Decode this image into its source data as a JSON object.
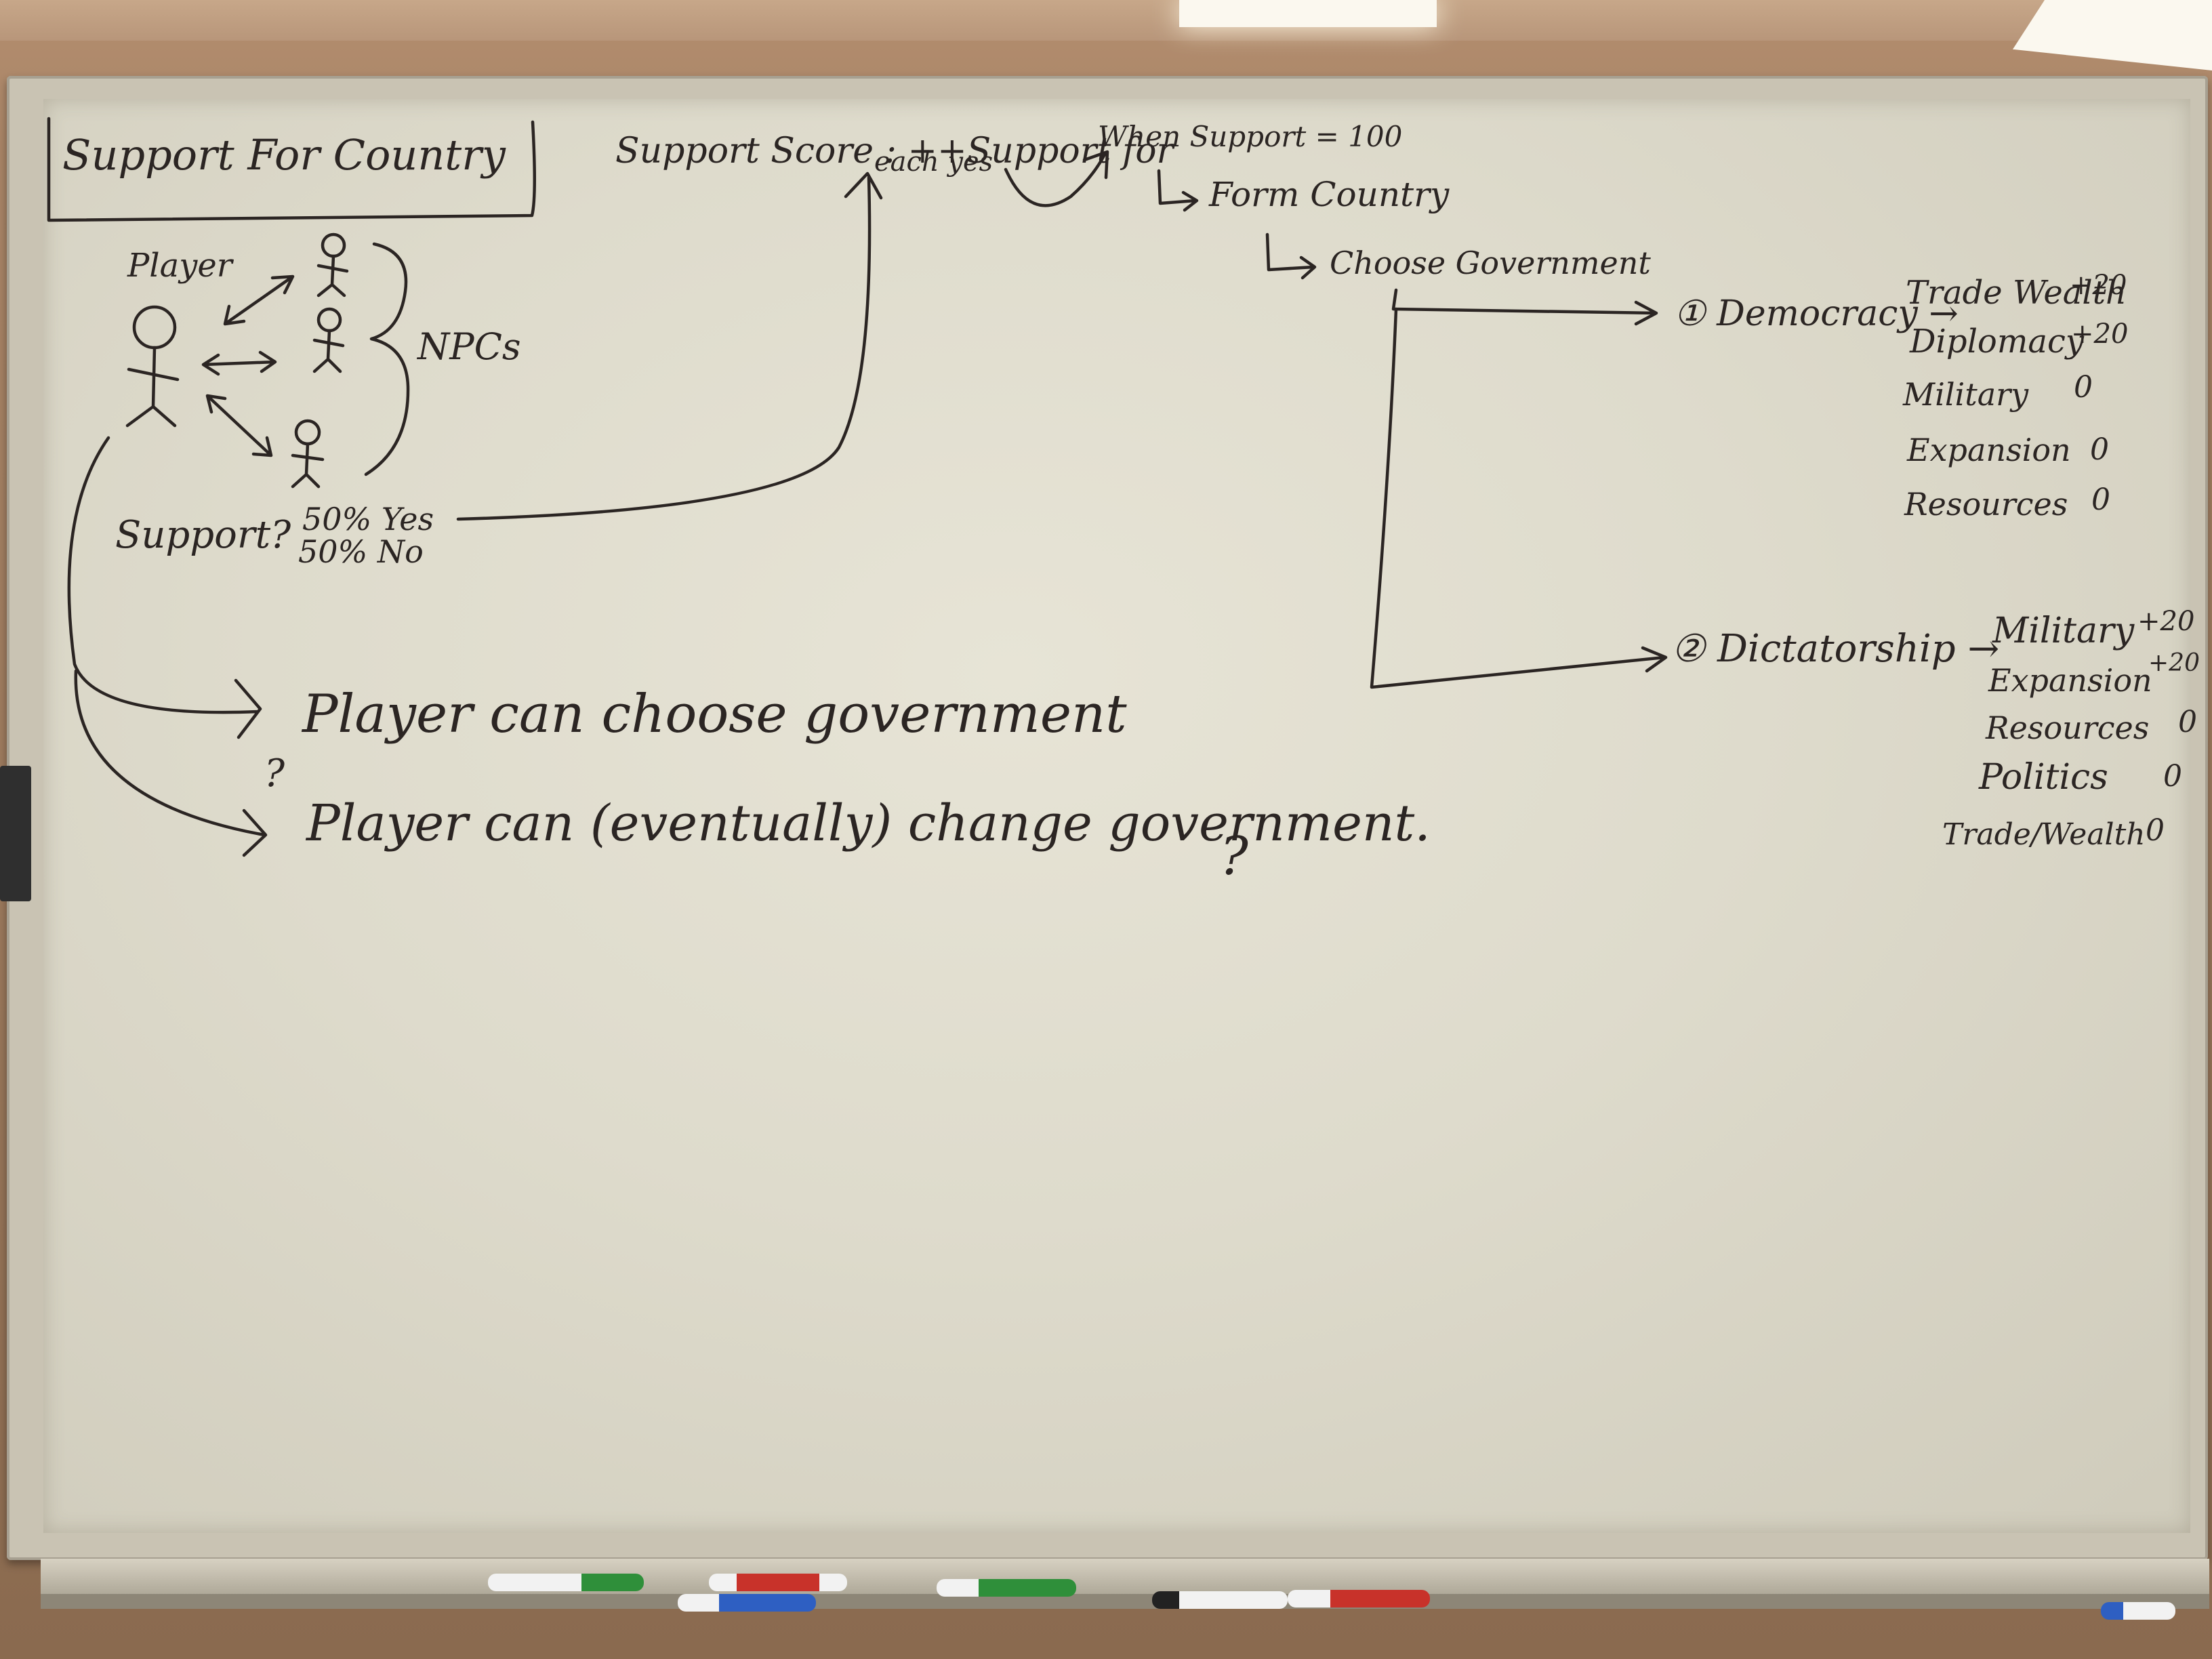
{
  "title": "Support For Country",
  "diagram": {
    "player_label": "Player",
    "npcs_label": "NPCs",
    "support_question": "Support?",
    "yes_line": "50% Yes",
    "no_line": "50% No",
    "support_score_line1": "Support Score : ++Support for",
    "support_score_line2": "each yes",
    "when_support": "When Support = 100",
    "form_country": "Form Country",
    "choose_government": "Choose Government",
    "notes": {
      "can_choose": "Player can choose government",
      "can_change_mark": "?",
      "can_change": "Player can (eventually) change government.",
      "can_change_end": "?"
    },
    "governments": [
      {
        "name": "① Democracy →",
        "stats": [
          {
            "label": "Trade Wealth",
            "value": "+20"
          },
          {
            "label": "Diplomacy",
            "value": "+20"
          },
          {
            "label": "Military",
            "value": "0"
          },
          {
            "label": "Expansion",
            "value": "0"
          },
          {
            "label": "Resources",
            "value": "0"
          }
        ]
      },
      {
        "name": "② Dictatorship →",
        "stats": [
          {
            "label": "Military",
            "value": "+20"
          },
          {
            "label": "Expansion",
            "value": "+20"
          },
          {
            "label": "Resources",
            "value": "0"
          },
          {
            "label": "Politics",
            "value": "0"
          },
          {
            "label": "Trade/Wealth",
            "value": "0"
          }
        ]
      }
    ]
  },
  "colors": {
    "ink": "#2b2523",
    "board": "#e2dfd1",
    "marker_green": "#2f8f3a",
    "marker_red": "#c8322a",
    "marker_blue": "#2e5fc2",
    "marker_black": "#222222"
  }
}
